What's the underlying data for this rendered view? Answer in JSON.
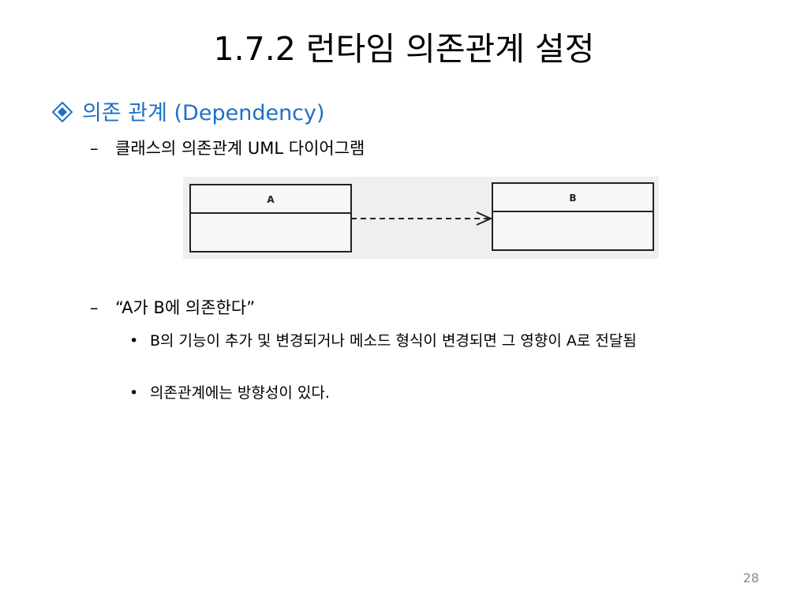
{
  "slide": {
    "title": "1.7.2 런타임 의존관계 설정",
    "heading": {
      "text": "의존 관계 (Dependency)",
      "color": "#1f6fc5",
      "marker_icon": "diamond-bullet-icon"
    },
    "sub_items": [
      {
        "marker": "–",
        "text": "클래스의 의존관계 UML 다이어그램"
      },
      {
        "marker": "–",
        "text": "“A가 B에 의존한다”"
      }
    ],
    "detail_bullets": [
      {
        "marker": "•",
        "text": "B의 기능이 추가 및 변경되거나 메소드 형식이 변경되면 그 영향이 A로 전달됨"
      },
      {
        "marker": "•",
        "text": "의존관계에는 방향성이 있다."
      }
    ],
    "uml_diagram": {
      "class_a": "A",
      "class_b": "B",
      "relation": "dependency-arrow"
    },
    "page_number": "28"
  }
}
